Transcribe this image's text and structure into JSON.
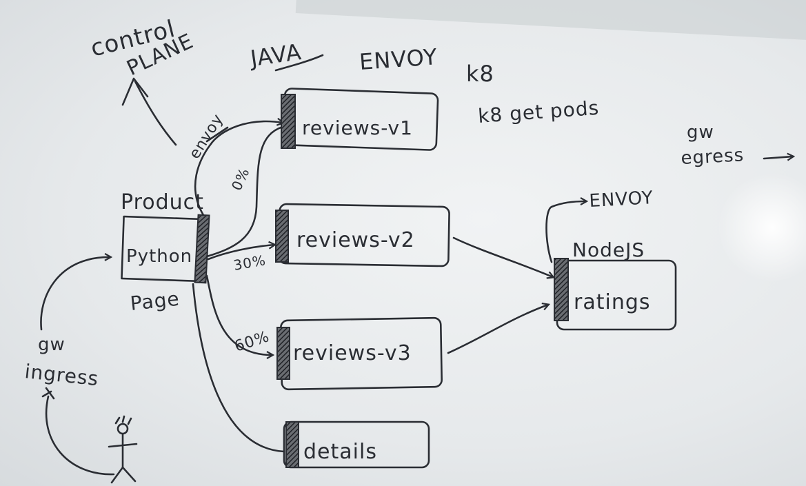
{
  "labels": {
    "control_plane_1": "control",
    "control_plane_2": "PLANE",
    "java": "JAVA",
    "envoy_top": "ENVOY",
    "k8": "k8",
    "k8_cmd": "k8 get pods",
    "gw_egress_1": "gw",
    "gw_egress_2": "egress",
    "envoy_sidecar": "envoy",
    "product_1": "Product",
    "product_2": "Python",
    "product_3": "Page",
    "gw_ingress_1": "gw",
    "gw_ingress_2": "ingress",
    "envoy_right": "ENVOY",
    "nodejs": "NodeJS"
  },
  "boxes": {
    "reviews_v1": "reviews-v1",
    "reviews_v2": "reviews-v2",
    "reviews_v3": "reviews-v3",
    "details": "details",
    "ratings": "ratings"
  },
  "edge_labels": {
    "to_v1": "0%",
    "to_v2": "30%",
    "to_v3": "60%"
  }
}
